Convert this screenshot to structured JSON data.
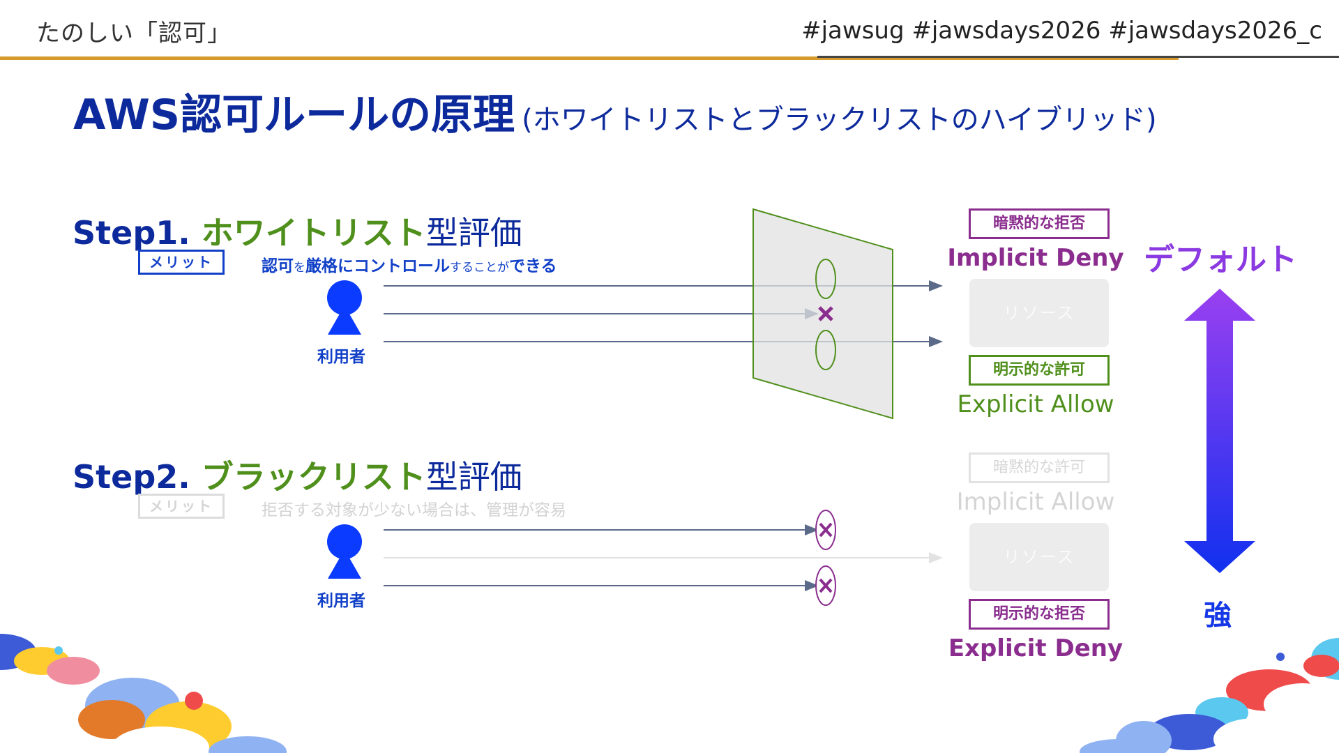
{
  "header": {
    "section_title": "たのしい「認可」",
    "hashtags": "#jawsug #jawsdays2026 #jawsdays2026_c"
  },
  "title": {
    "main": "AWS認可ルールの原理",
    "subtitle": "(ホワイトリストとブラックリストのハイブリッド)"
  },
  "step1": {
    "prefix": "Step1. ",
    "highlight": "ホワイトリスト",
    "suffix": "型評価",
    "merit_label": "メリット",
    "merit_text_1": "認可",
    "merit_text_2": "を",
    "merit_text_3": "厳格にコントロール",
    "merit_text_4": "することが",
    "merit_text_5": "できる",
    "user_label": "利用者"
  },
  "step2": {
    "prefix": "Step2. ",
    "highlight": "ブラックリスト",
    "suffix": "型評価",
    "merit_label": "メリット",
    "merit_text": "拒否する対象が少ない場合は、管理が容易",
    "user_label": "利用者"
  },
  "right_column": {
    "implicit_deny_tag": "暗黙的な拒否",
    "implicit_deny_en": "Implicit Deny",
    "resource_1": "リソース",
    "explicit_allow_tag": "明示的な許可",
    "explicit_allow_en": "Explicit Allow",
    "implicit_allow_tag": "暗黙的な許可",
    "implicit_allow_en": "Implicit Allow",
    "resource_2": "リソース",
    "explicit_deny_tag": "明示的な拒否",
    "explicit_deny_en": "Explicit Deny"
  },
  "scale": {
    "top_label": "デフォルト",
    "bottom_label": "強"
  },
  "colors": {
    "navy": "#0d2a9c",
    "blue": "#1140c8",
    "green": "#4f8f1b",
    "purple": "#8a2d8e",
    "orange_rule": "#d69a2d"
  }
}
